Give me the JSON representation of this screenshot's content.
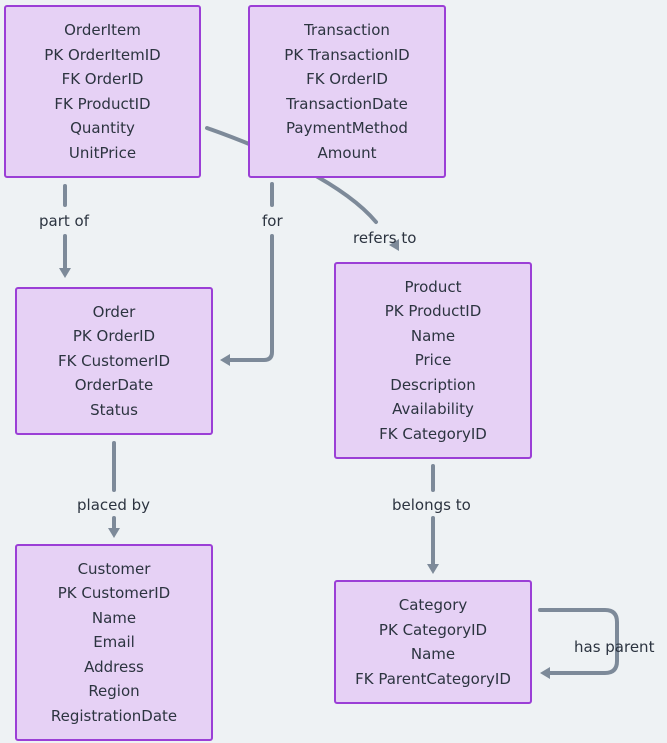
{
  "entities": {
    "order_item": {
      "title": "OrderItem",
      "fields": [
        "PK OrderItemID",
        "FK OrderID",
        "FK ProductID",
        "Quantity",
        "UnitPrice"
      ]
    },
    "transaction": {
      "title": "Transaction",
      "fields": [
        "PK TransactionID",
        "FK OrderID",
        "TransactionDate",
        "PaymentMethod",
        "Amount"
      ]
    },
    "order": {
      "title": "Order",
      "fields": [
        "PK OrderID",
        "FK CustomerID",
        "OrderDate",
        "Status"
      ]
    },
    "product": {
      "title": "Product",
      "fields": [
        "PK ProductID",
        "Name",
        "Price",
        "Description",
        "Availability",
        "FK CategoryID"
      ]
    },
    "customer": {
      "title": "Customer",
      "fields": [
        "PK CustomerID",
        "Name",
        "Email",
        "Address",
        "Region",
        "RegistrationDate"
      ]
    },
    "category": {
      "title": "Category",
      "fields": [
        "PK CategoryID",
        "Name",
        "FK ParentCategoryID"
      ]
    }
  },
  "relations": {
    "part_of": "part of",
    "for": "for",
    "refers_to": "refers to",
    "placed_by": "placed by",
    "belongs_to": "belongs to",
    "has_parent": "has parent"
  },
  "colors": {
    "entity_fill": "#e6d1f5",
    "entity_border": "#9b3fd6",
    "edge": "#7d8a99",
    "background": "#eef2f4"
  }
}
